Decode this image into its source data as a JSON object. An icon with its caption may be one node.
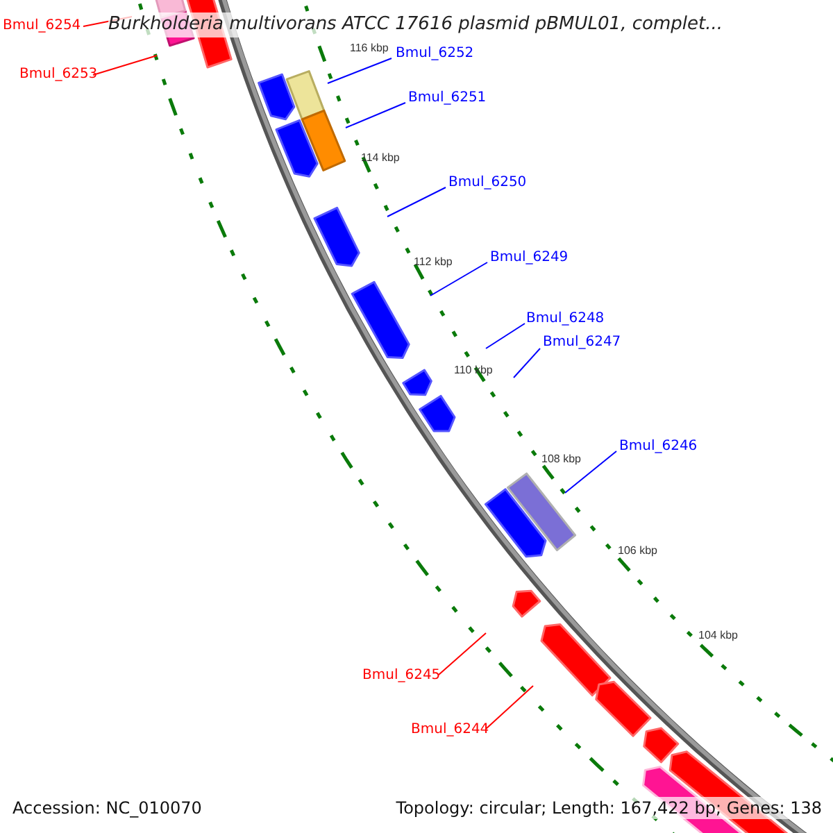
{
  "diagram": {
    "title": "Burkholderia multivorans ATCC 17616 plasmid pBMUL01, complet...",
    "nodes": [
      {
        "text": [
          "Bmul_6254"
        ]
      },
      {
        "text": [
          "Bmul_6253"
        ]
      },
      {
        "text": [
          "Bmul_6252"
        ]
      },
      {
        "text": [
          "Bmul_6251"
        ]
      },
      {
        "text": [
          "Bmul_6250"
        ]
      },
      {
        "text": [
          "Bmul_6249"
        ]
      },
      {
        "text": [
          "Bmul_6248"
        ]
      },
      {
        "text": [
          "Bmul_6247"
        ]
      },
      {
        "text": [
          "Bmul_6246"
        ]
      },
      {
        "text": [
          "Bmul_6245"
        ]
      },
      {
        "text": [
          "Bmul_6244"
        ]
      }
    ],
    "edges": [
      {
        "from": 0,
        "to": null,
        "arrow": "none",
        "color": "#ff0000"
      },
      {
        "from": 1,
        "to": null,
        "arrow": "none",
        "color": "#ff0000"
      },
      {
        "from": 2,
        "to": null,
        "arrow": "none"
      },
      {
        "from": 3,
        "to": null,
        "arrow": "none"
      },
      {
        "from": 4,
        "to": null,
        "arrow": "none"
      },
      {
        "from": 5,
        "to": null,
        "arrow": "none"
      },
      {
        "from": 6,
        "to": null,
        "arrow": "none"
      },
      {
        "from": 7,
        "to": null,
        "arrow": "none"
      },
      {
        "from": 8,
        "to": null,
        "arrow": "none"
      },
      {
        "from": 9,
        "to": null,
        "arrow": "none",
        "color": "#ff0000"
      },
      {
        "from": 10,
        "to": null,
        "arrow": "none",
        "color": "#ff0000"
      }
    ],
    "labels": [
      "116 kbp",
      "114 kbp",
      "112 kbp",
      "110 kbp",
      "108 kbp",
      "106 kbp",
      "104 kbp",
      "Accession: NC_010070",
      "Topology: circular; Length: 167,422 bp; Genes: 138"
    ]
  }
}
